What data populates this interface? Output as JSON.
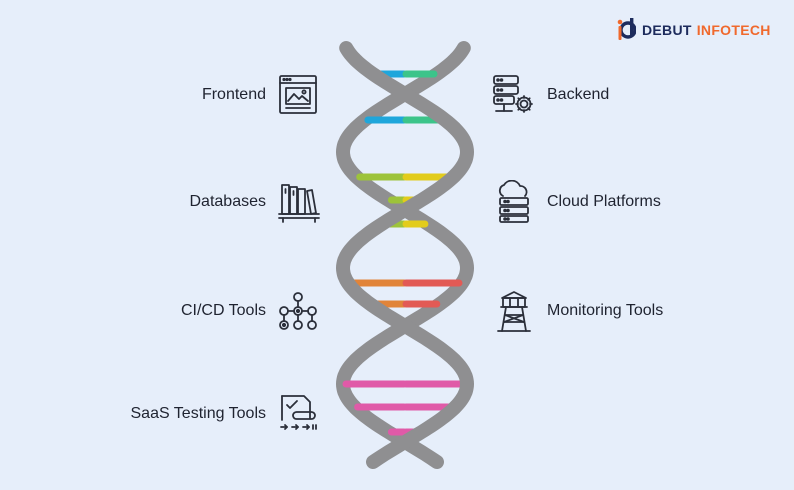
{
  "brand": {
    "name_part1": "DEBUT",
    "name_part2": "INFOTECH",
    "color_primary": "#1d2b5c",
    "color_accent": "#f0692d"
  },
  "items_left": [
    {
      "label": "Frontend",
      "icon": "browser-window-icon"
    },
    {
      "label": "Databases",
      "icon": "bookshelf-icon"
    },
    {
      "label": "CI/CD Tools",
      "icon": "node-network-icon"
    },
    {
      "label": "SaaS Testing Tools",
      "icon": "checklist-icon"
    }
  ],
  "items_right": [
    {
      "label": "Backend",
      "icon": "server-gear-icon"
    },
    {
      "label": "Cloud Platforms",
      "icon": "cloud-server-icon"
    },
    {
      "label": "Monitoring Tools",
      "icon": "watchtower-icon"
    }
  ],
  "helix_colors": {
    "strand": "#8f8f91",
    "group1": [
      "#1fa6db",
      "#3cc48a"
    ],
    "group2": [
      "#9dc33a",
      "#e2cc1c"
    ],
    "group3": [
      "#e18439",
      "#e25a55"
    ],
    "group4": [
      "#e05aa8",
      "#e05aa8"
    ]
  }
}
